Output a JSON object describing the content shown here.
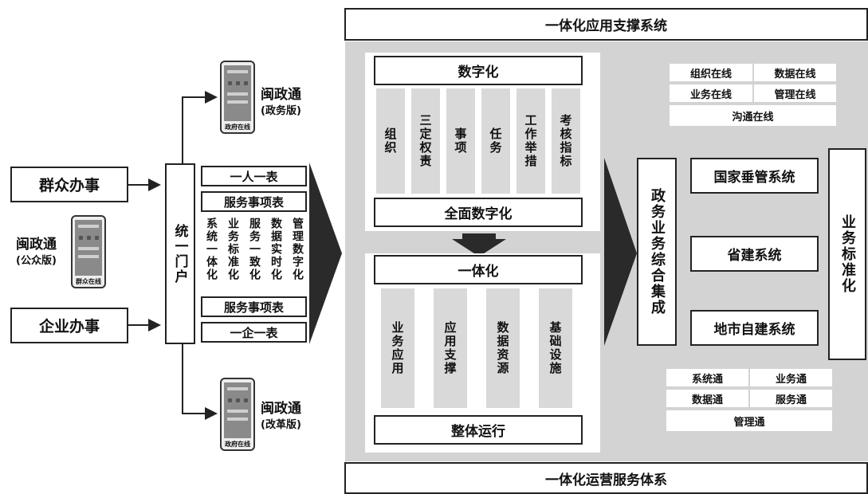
{
  "top_bar": "一体化应用支撑系统",
  "bottom_bar": "一体化运营服务体系",
  "left": {
    "qunzhong": "群众办事",
    "qiye": "企业办事",
    "portal": "统一门户",
    "minzhengtong_public": "闽政通",
    "public_edition": "(公众版)",
    "public_phone_caption": "群众在线",
    "minzhengtong_gov": "闽政通",
    "gov_edition": "(政务版)",
    "gov_phone_caption": "政府在线",
    "minzhengtong_reform": "闽政通",
    "reform_edition": "(改革版)",
    "reform_phone_caption": "政府在线"
  },
  "middle": {
    "yiren": "一人一表",
    "fuwu_top": "服务事项表",
    "cols": [
      "系统一体化",
      "业务标准化",
      "服务一致化",
      "数据实时化",
      "管理数字化"
    ],
    "fuwu_bottom": "服务事项表",
    "yiqi": "一企一表"
  },
  "center": {
    "digital": "数字化",
    "digital_cols": [
      "组织",
      "三定权责",
      "事项",
      "任务",
      "工作举措",
      "考核指标"
    ],
    "full_digital": "全面数字化",
    "integration": "一体化",
    "integration_cols": [
      "业务应用",
      "应用支撑",
      "数据资源",
      "基础设施"
    ],
    "overall": "整体运行"
  },
  "right": {
    "online": [
      "组织在线",
      "数据在线",
      "业务在线",
      "管理在线",
      "沟通在线"
    ],
    "gov_integration": "政务业务综合集成",
    "systems": [
      "国家垂管系统",
      "省建系统",
      "地市自建系统"
    ],
    "standard": "业务标准化",
    "tong": [
      "系统通",
      "业务通",
      "数据通",
      "服务通",
      "管理通"
    ]
  }
}
